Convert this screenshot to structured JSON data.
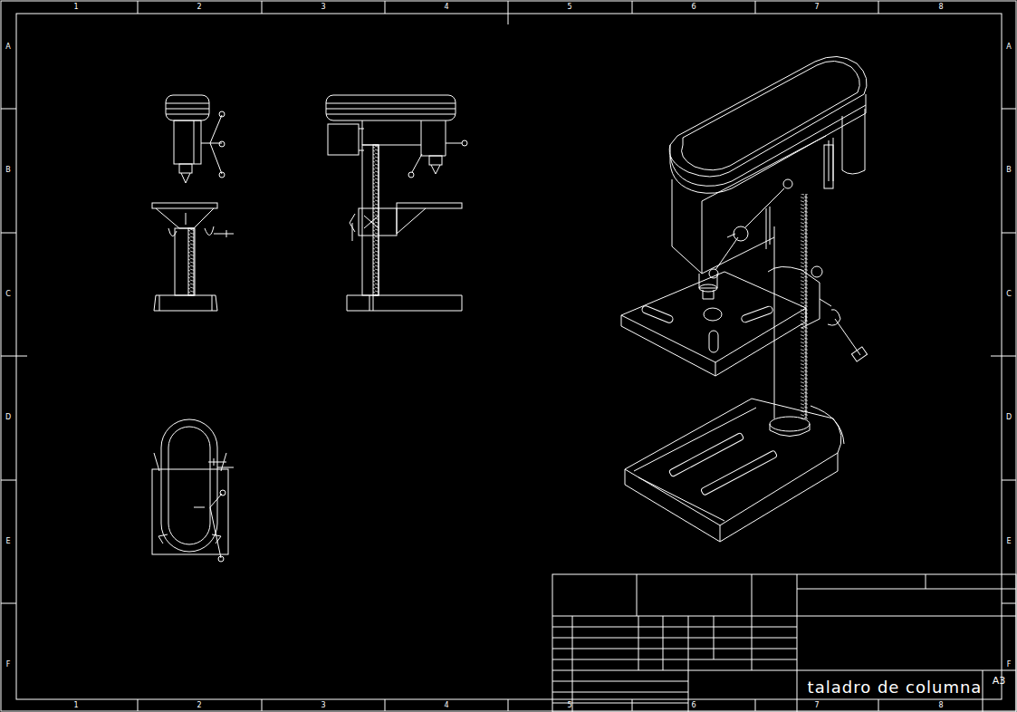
{
  "diagram": {
    "labels": [
      "1",
      "2",
      "3",
      "4",
      "5",
      "6",
      "7",
      "8",
      "1",
      "2",
      "3",
      "4",
      "5",
      "6",
      "7",
      "8",
      "A",
      "B",
      "C",
      "D",
      "E",
      "F",
      "A",
      "B",
      "C",
      "D",
      "E",
      "F",
      "taladro de columna",
      "A3"
    ]
  }
}
